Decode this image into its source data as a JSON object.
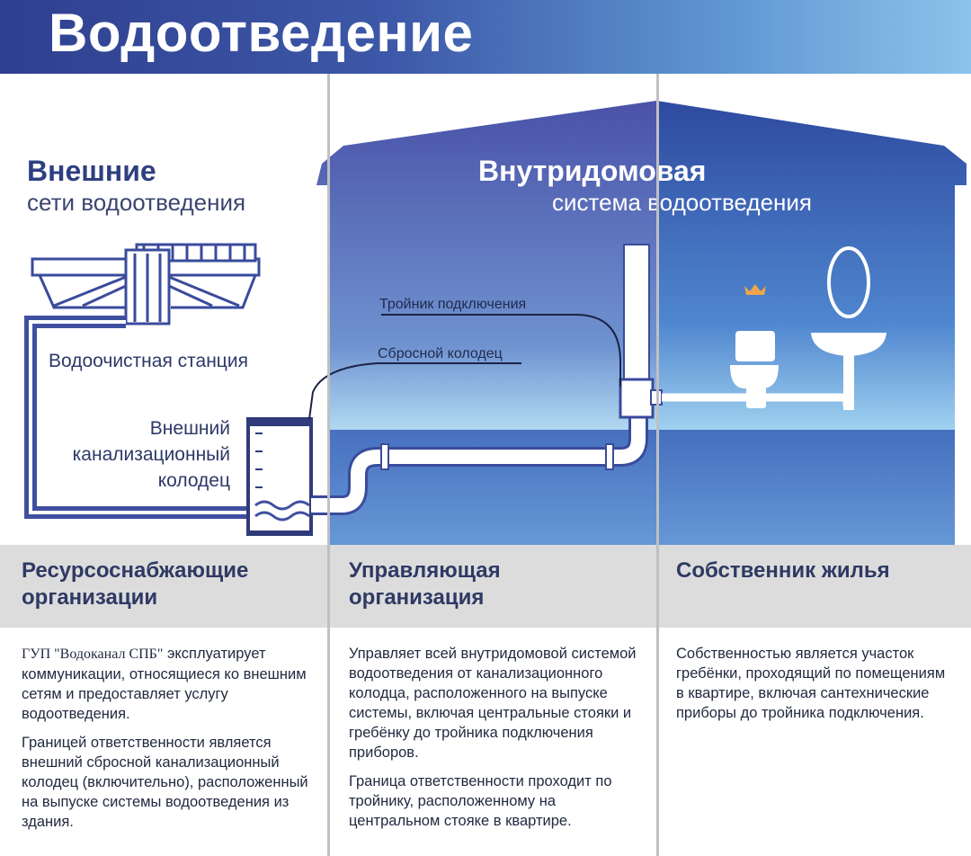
{
  "header": {
    "title": "Водоотведение"
  },
  "external": {
    "title": "Внешние",
    "subtitle": "сети водоотведения",
    "station_label": "Водоочистная станция",
    "well_label": "Внешний канализационный колодец"
  },
  "internal": {
    "title": "Внутридомовая",
    "subtitle": "система водоотведения",
    "tee_label": "Тройник подключения",
    "drop_well_label": "Сбросной колодец"
  },
  "columns": [
    {
      "heading": "Ресурсоснабжающие организации",
      "org_name": "ГУП \"Водоканал СПБ\"",
      "p1_rest": " эксплуатирует коммуникации, относящиеся ко внешним сетям и предоставляет услугу водоотведения.",
      "p2": "Границей ответственности является внешний сбросной канализационный колодец (включительно), расположенный на выпуске системы водоотведения из здания."
    },
    {
      "heading": "Управляющая организация",
      "p1": "Управляет всей внутридомовой системой водоотведения от канализационного колодца, расположенного на выпуске системы, включая центральные стояки и гребёнку до тройника подключения приборов.",
      "p2": "Граница ответственности проходит по тройнику, расположенному на центральном стояке в квартире."
    },
    {
      "heading": "Собственник жилья",
      "p1": "Собственностью является участок гребёнки, проходящий по помещениям в квартире, включая сантехнические приборы до тройника подключения."
    }
  ],
  "colors": {
    "header_start": "#2f3f8f",
    "header_end": "#8cc3ea",
    "house_dark": "#3548a3",
    "house_light": "#a9d2ef",
    "band": "#dcdcdd",
    "pipe_outline": "#3a4b9c"
  }
}
